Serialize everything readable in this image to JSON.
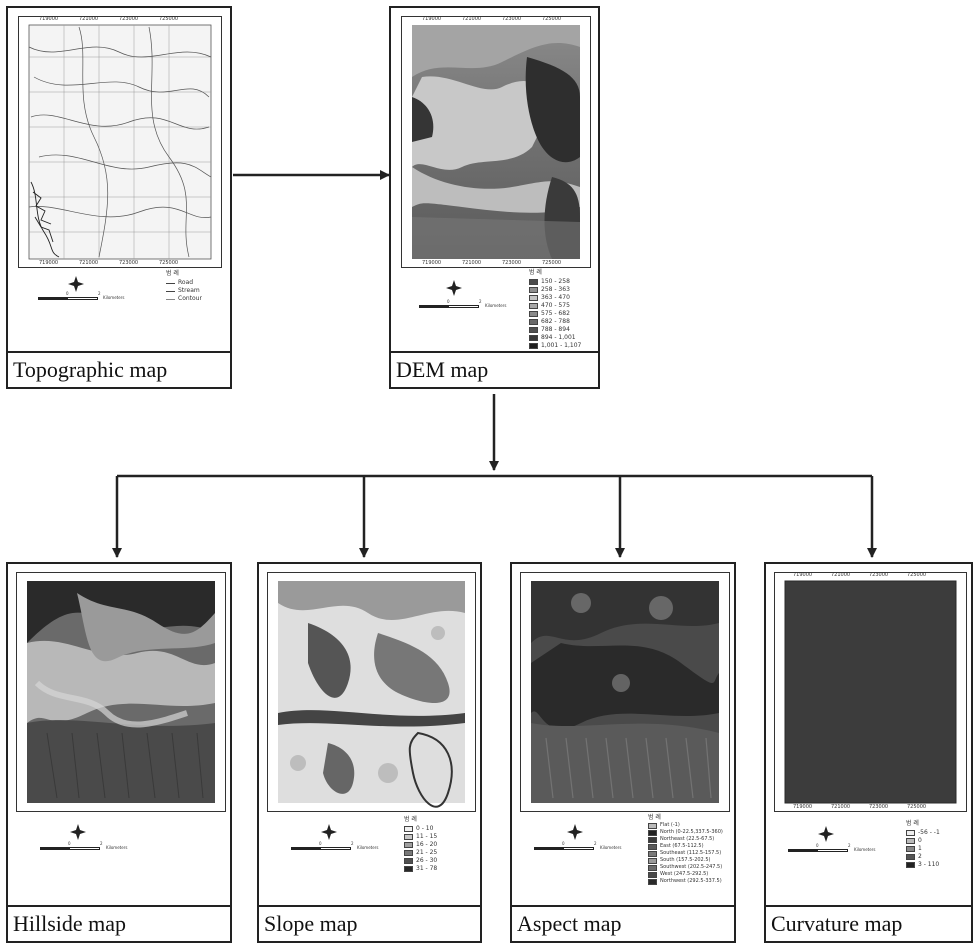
{
  "captions": {
    "topographic": "Topographic map",
    "dem": "DEM map",
    "hillside": "Hillside map",
    "slope": "Slope map",
    "aspect": "Aspect map",
    "curvature": "Curvature map"
  },
  "scale_labels": {
    "zero": "0",
    "two": "2",
    "unit": "Kilometers"
  },
  "legend_title": "범 례",
  "topographic_legend": [
    "Road",
    "Stream",
    "Contour"
  ],
  "dem_legend": [
    "150 - 258",
    "258 - 363",
    "363 - 470",
    "470 - 575",
    "575 - 682",
    "682 - 788",
    "788 - 894",
    "894 - 1,001",
    "1,001 - 1,107"
  ],
  "slope_legend": [
    "0 - 10",
    "11 - 15",
    "16 - 20",
    "21 - 25",
    "26 - 30",
    "31 - 78"
  ],
  "aspect_legend": [
    "Flat (-1)",
    "North (0-22.5,337.5-360)",
    "Northeast (22.5-67.5)",
    "East (67.5-112.5)",
    "Southeast (112.5-157.5)",
    "South (157.5-202.5)",
    "Southwest (202.5-247.5)",
    "West (247.5-292.5)",
    "Northwest (292.5-337.5)"
  ],
  "curvature_legend": [
    "-56 - -1",
    "0",
    "1",
    "2",
    "3 - 110"
  ],
  "colors": {
    "line": "#222222",
    "paper": "#ffffff"
  }
}
